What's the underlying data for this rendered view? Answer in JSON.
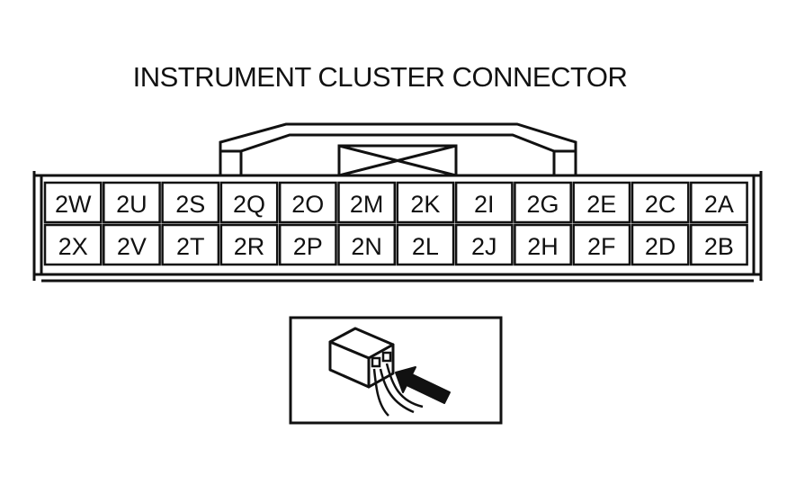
{
  "title": "INSTRUMENT CLUSTER CONNECTOR",
  "connector": {
    "top_row": [
      "2W",
      "2U",
      "2S",
      "2Q",
      "2O",
      "2M",
      "2K",
      "2I",
      "2G",
      "2E",
      "2C",
      "2A"
    ],
    "bottom_row": [
      "2X",
      "2V",
      "2T",
      "2R",
      "2P",
      "2N",
      "2L",
      "2J",
      "2H",
      "2F",
      "2D",
      "2B"
    ]
  },
  "view_icon": "harness-side-connector-view-icon"
}
